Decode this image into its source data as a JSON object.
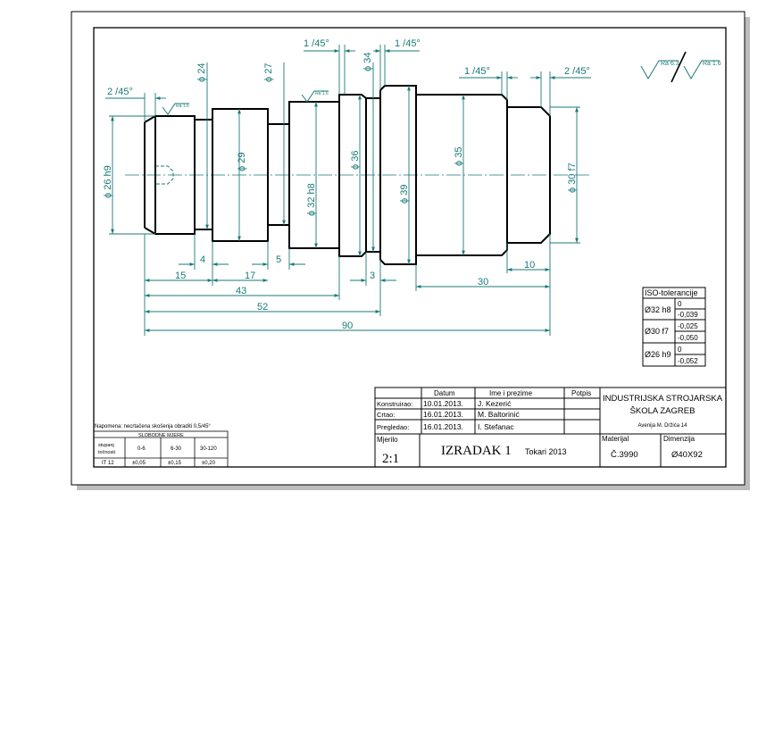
{
  "colors": {
    "dimension": "#1a7a78",
    "outline": "#000000",
    "shadow": "#bdbdbd",
    "paper": "#ffffff"
  },
  "roughness": {
    "main": "Ra 6.3",
    "secondary": "Ra 1.6",
    "local": "Ra 1.6"
  },
  "chamfers": {
    "left": "2 /45°",
    "top_left": "1 /45°",
    "top_right": "1 /45°",
    "right_a": "1 /45°",
    "right_b": "2 /45°"
  },
  "diameters": {
    "d24": "ϕ 24",
    "d27": "ϕ 27",
    "d34": "ϕ 34",
    "d26": "ϕ 26  h9",
    "d29": "ϕ 29",
    "d32": "ϕ 32  h8",
    "d36": "ϕ 36",
    "d39": "ϕ 39",
    "d35": "ϕ 35",
    "d30": "ϕ 30  f7"
  },
  "lengths": {
    "l15": "15",
    "l4": "4",
    "l17": "17",
    "l5": "5",
    "l3": "3",
    "l10": "10",
    "l43": "43",
    "l30": "30",
    "l52": "52",
    "l90": "90"
  },
  "iso_table": {
    "title": "ISO-tolerancije",
    "rows": [
      {
        "fit": "Ø32 h8",
        "upper": "0",
        "lower": "-0,039"
      },
      {
        "fit": "Ø30 f7",
        "upper": "-0,025",
        "lower": "-0,050"
      },
      {
        "fit": "Ø26 h9",
        "upper": "0",
        "lower": "-0,052"
      }
    ]
  },
  "note": "Napomena: necrtačena skošenja obraditi 0,5/45°",
  "free_dims": {
    "title": "SLOBODNE MJERE",
    "header_label": [
      "stupanj",
      "točnosti"
    ],
    "ranges": [
      "0-6",
      "6-30",
      "30-120"
    ],
    "grade": "IT 12",
    "values": [
      "±0,05",
      "±0,15",
      "±0,20"
    ]
  },
  "title_block": {
    "col_datum": "Datum",
    "col_name": "Ime i prezime",
    "col_sign": "Potpis",
    "rows": [
      {
        "role": "Konstruirao:",
        "date": "10.01.2013.",
        "name": "J. Kezerić"
      },
      {
        "role": "Crtao:",
        "date": "16.01.2013.",
        "name": "M. Baltorinić"
      },
      {
        "role": "Pregledao:",
        "date": "16.01.2013.",
        "name": "I. Stefanac"
      }
    ],
    "school_line1": "INDUSTRIJSKA STROJARSKA",
    "school_line2": "ŠKOLA ZAGREB",
    "address": "Avenija M. Držića 14",
    "scale_label": "Mjerilo",
    "scale": "2:1",
    "part_name": "IZRADAK 1",
    "subtitle": "Tokari 2013",
    "material_label": "Materijal",
    "material": "Č.3990",
    "dimension_label": "Dimenzija",
    "dimension": "Ø40X92"
  }
}
